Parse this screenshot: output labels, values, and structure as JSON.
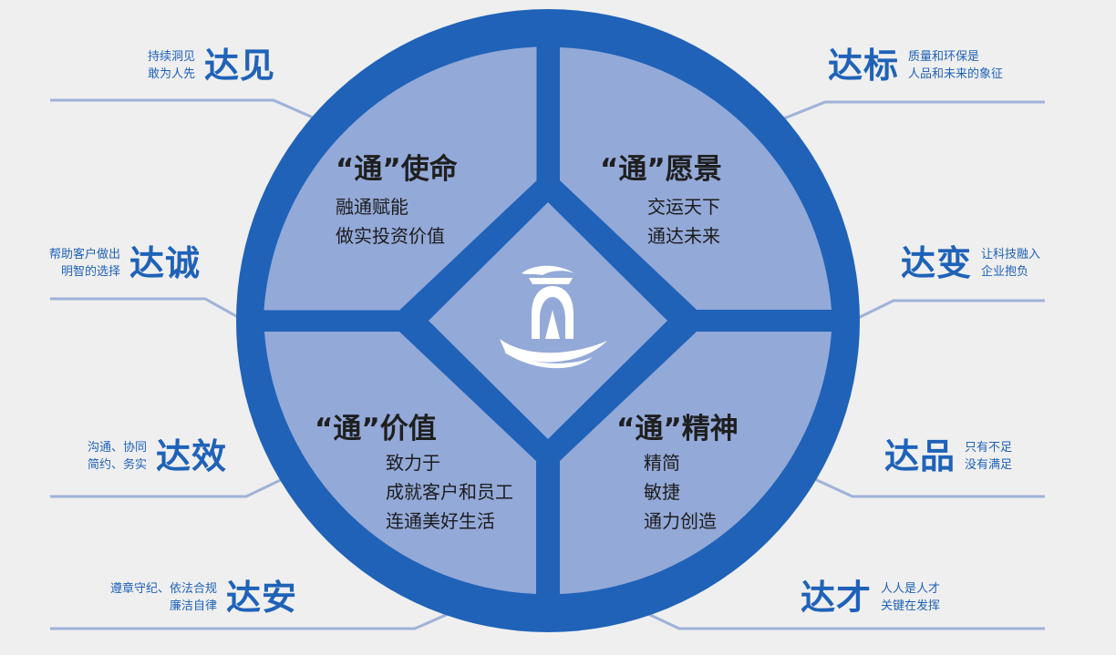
{
  "colors": {
    "ring": "#1f62b8",
    "quadrant_fill": "#93a9d8",
    "leader_line": "#9fb2d9",
    "title_text": "#1f1f1f",
    "side_text": "#1f62b8",
    "background": "#efefef"
  },
  "center_icon": "tong-logo-icon",
  "quadrants": {
    "mission": {
      "title": "“通”使命",
      "lines": [
        "融通赋能",
        "做实投资价值"
      ]
    },
    "vision": {
      "title": "“通”愿景",
      "lines": [
        "交运天下",
        "通达未来"
      ]
    },
    "value": {
      "title": "“通”价值",
      "lines": [
        "致力于",
        "成就客户和员工",
        "连通美好生活"
      ]
    },
    "spirit": {
      "title": "“通”精神",
      "lines": [
        "精简",
        "敏捷",
        "通力创造"
      ]
    }
  },
  "left_items": [
    {
      "big": "达见",
      "small": [
        "持续洞见",
        "敢为人先"
      ]
    },
    {
      "big": "达诚",
      "small": [
        "帮助客户做出",
        "明智的选择"
      ]
    },
    {
      "big": "达效",
      "small": [
        "沟通、协同",
        "简约、务实"
      ]
    },
    {
      "big": "达安",
      "small": [
        "遵章守纪、依法合规",
        "廉洁自律"
      ]
    }
  ],
  "right_items": [
    {
      "big": "达标",
      "small": [
        "质量和环保是",
        "人品和未来的象征"
      ]
    },
    {
      "big": "达变",
      "small": [
        "让科技融入",
        "企业抱负"
      ]
    },
    {
      "big": "达品",
      "small": [
        "只有不足",
        "没有满足"
      ]
    },
    {
      "big": "达才",
      "small": [
        "人人是人才",
        "关键在发挥"
      ]
    }
  ]
}
